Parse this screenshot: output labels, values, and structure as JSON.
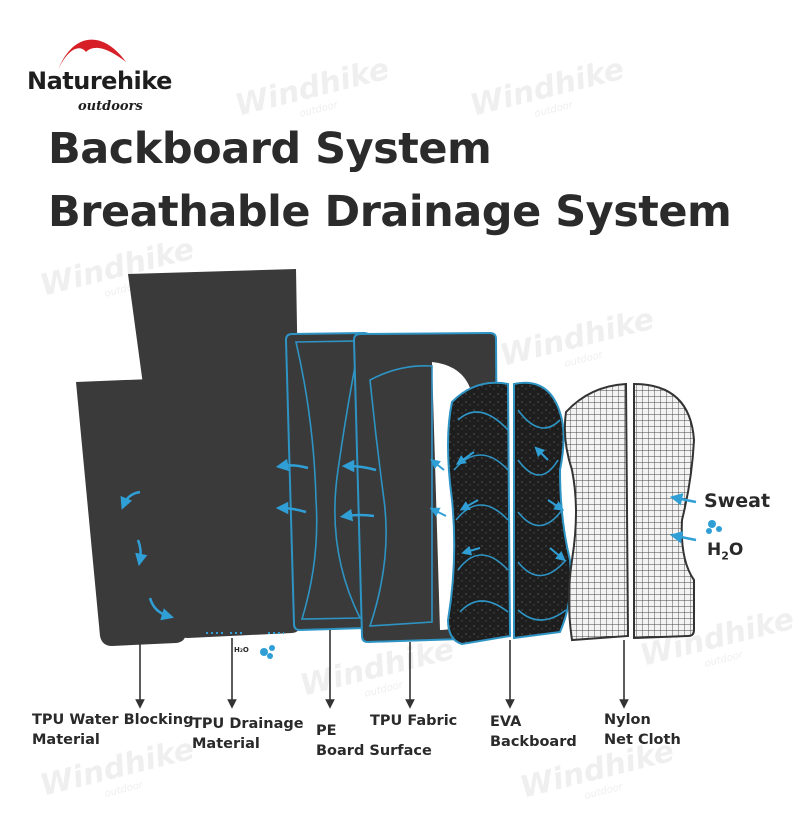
{
  "brand": {
    "name": "Naturehike",
    "sub": "outdoors"
  },
  "watermark": {
    "text": "Windhike",
    "sub": "outdoor"
  },
  "title": {
    "line1": "Backboard System",
    "line2": "Breathable Drainage System"
  },
  "annotations": {
    "sweat": "Sweat",
    "h2o": "H",
    "h2o_sub": "2",
    "h2o_tail": "O",
    "h2o_small": "H₂O"
  },
  "layers": [
    {
      "line1": "TPU Water Blocking",
      "line2": "Material"
    },
    {
      "line1": "TPU Drainage",
      "line2": "Material"
    },
    {
      "line1": "PE",
      "line2": "Board Surface"
    },
    {
      "line1": "TPU Fabric",
      "line2": ""
    },
    {
      "line1": "EVA",
      "line2": "Backboard"
    },
    {
      "line1": "Nylon",
      "line2": "Net Cloth"
    }
  ],
  "colors": {
    "panel": "#3a3a3a",
    "panel_edge": "#2e94c4",
    "accent_blue": "#2f9fd6",
    "logo_red": "#d61f26",
    "text": "#2a2a2a",
    "eva": "#1f1f1f",
    "mesh": "#f2f2f2"
  }
}
